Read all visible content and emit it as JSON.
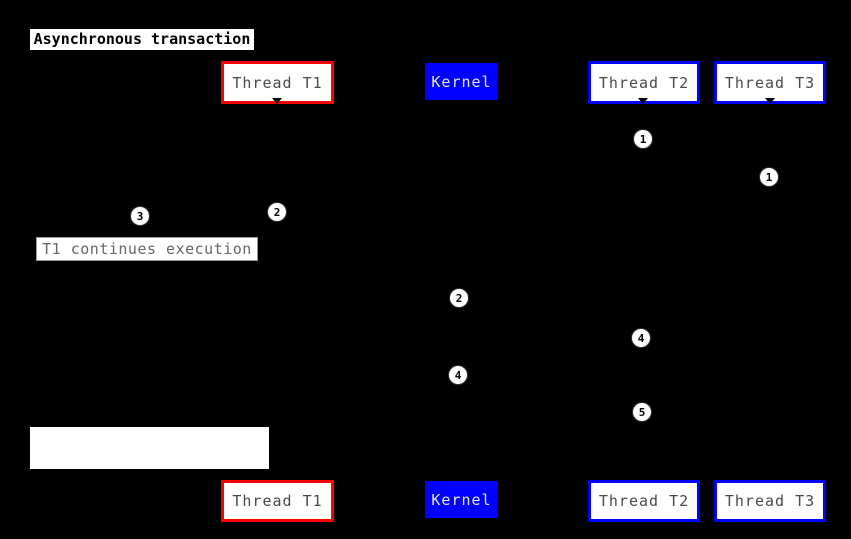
{
  "diagram": {
    "type": "sequence-diagram",
    "title": "Asynchronous transaction",
    "background_color": "#000000",
    "colors": {
      "thread_t1_border": "#ff0000",
      "thread_t2_t3_border": "#0000ff",
      "kernel_fill": "#0000ff",
      "box_fill": "#ffffff",
      "actor_label_text": "#4a4a4a",
      "kernel_label_text": "#e8e8e8",
      "title_text": "#000000",
      "note_text": "#666666",
      "badge_fill": "#ffffff",
      "badge_text": "#000000"
    },
    "actors_top": [
      {
        "label": "Thread T1"
      },
      {
        "label": "Kernel"
      },
      {
        "label": "Thread T2"
      },
      {
        "label": "Thread T3"
      }
    ],
    "actors_bottom": [
      {
        "label": "Thread T1"
      },
      {
        "label": "Kernel"
      },
      {
        "label": "Thread T2"
      },
      {
        "label": "Thread T3"
      }
    ],
    "notes": [
      {
        "text": "T1 continues execution"
      },
      {
        "text": ""
      }
    ],
    "step_badges": [
      {
        "label": "1"
      },
      {
        "label": "1"
      },
      {
        "label": "2"
      },
      {
        "label": "3"
      },
      {
        "label": "2"
      },
      {
        "label": "4"
      },
      {
        "label": "4"
      },
      {
        "label": "5"
      }
    ]
  }
}
